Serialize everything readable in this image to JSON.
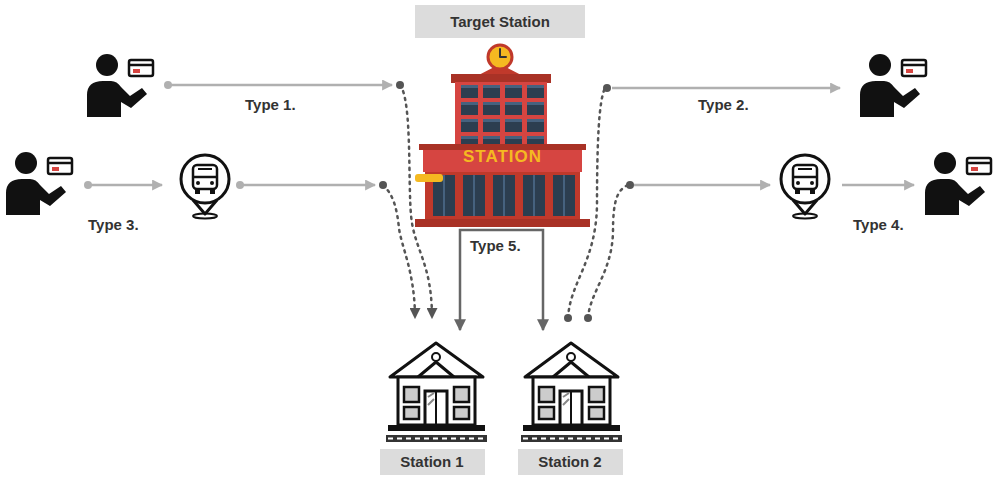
{
  "diagram": {
    "nodes": [
      {
        "text": [
          "Target Station"
        ]
      },
      {
        "text": [
          "STATION"
        ]
      },
      {
        "text": [
          "Station 1"
        ]
      },
      {
        "text": [
          "Station 2"
        ]
      }
    ],
    "edges": [
      {
        "from": 2,
        "to": 3,
        "arrow": "both"
      }
    ],
    "labels": [
      "Type 1.",
      "Type 2.",
      "Type 3.",
      "Type 4.",
      "Type 5."
    ]
  }
}
